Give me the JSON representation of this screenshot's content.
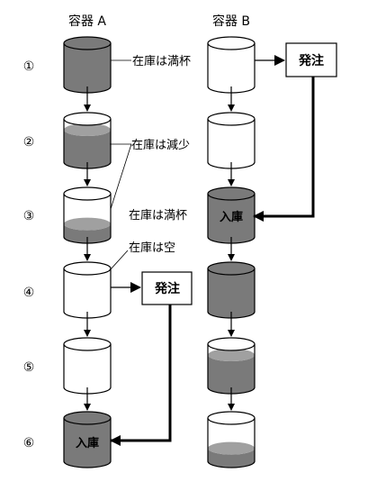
{
  "columns": {
    "a": "容器 A",
    "b": "容器 B"
  },
  "steps": [
    "①",
    "②",
    "③",
    "④",
    "⑤",
    "⑥"
  ],
  "annotations": {
    "full_1": "在庫は満杯",
    "decreasing": "在庫は減少",
    "full_3": "在庫は満杯",
    "empty": "在庫は空"
  },
  "boxes": {
    "order_b": "発注",
    "order_a": "発注",
    "receive_b": "入庫",
    "receive_a": "入庫"
  },
  "colors": {
    "fill": "#7a7a7a",
    "stroke": "#000000",
    "empty": "#ffffff"
  },
  "container_levels": {
    "a": [
      1.0,
      0.75,
      0.3,
      0.0,
      0.0,
      1.0
    ],
    "b": [
      0.0,
      0.0,
      1.0,
      1.0,
      0.75,
      0.3
    ]
  }
}
